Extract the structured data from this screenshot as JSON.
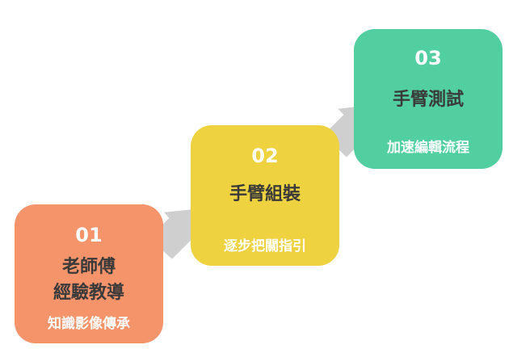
{
  "colors": {
    "step1_bg": "#f5936a",
    "step2_bg": "#eed23f",
    "step3_bg": "#52cfa0",
    "title_text": "#3a3a3a",
    "arrow_fill": "#cfcfcf",
    "arrow_stroke": "#ffffff"
  },
  "steps": [
    {
      "number": "01",
      "title_line1": "老師傅",
      "title_line2": "經驗教導",
      "subtitle": "知識影像傳承"
    },
    {
      "number": "02",
      "title_line1": "手臂組裝",
      "subtitle": "逐步把關指引"
    },
    {
      "number": "03",
      "title_line1": "手臂測試",
      "subtitle": "加速編輯流程"
    }
  ]
}
